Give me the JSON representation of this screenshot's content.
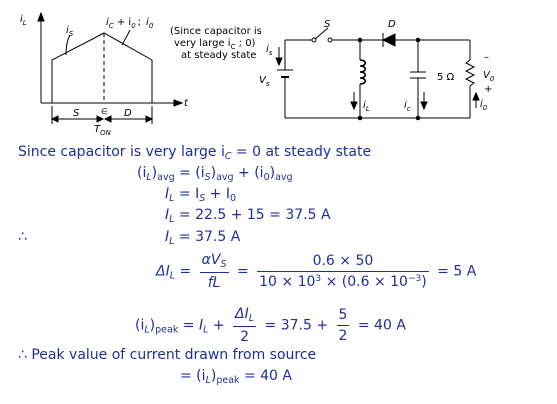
{
  "waveform": {
    "y_label": "i",
    "y_label_sub": "L",
    "curve1_label": "i",
    "curve1_label_sub": "S",
    "curve2_label_a": "i",
    "curve2_label_a_sub": "C",
    "curve2_label_plus": " + i",
    "curve2_label_plus_sub": "0",
    "curve2_label_semicolon": ";",
    "curve2_label_b": "i",
    "curve2_label_b_sub": "0",
    "note_line1": "(Since capacitor is",
    "note_line2": "very large i",
    "note_line2_sub": "C",
    "note_line2_end": " ;  0)",
    "note_line3": "at steady state",
    "t_label": "t",
    "s_label": "S",
    "d_label": "D",
    "ton_symbol": "∈",
    "ton_label": "T",
    "ton_label_sub": "ON"
  },
  "circuit": {
    "switch_label": "S",
    "diode_label": "D",
    "is_label": "i",
    "is_label_sub": "s",
    "vs_label": "V",
    "vs_label_sub": "s",
    "il_label": "i",
    "il_label_sub": "L",
    "ic_label": "i",
    "ic_label_sub": "c",
    "resistor_label": "5 Ω",
    "v0_label": "V",
    "v0_label_sub": "0",
    "v0_minus": "–",
    "v0_plus": "+",
    "i0_label": "i",
    "i0_label_sub": "0"
  },
  "text": {
    "intro": "Since capacitor is very large i",
    "intro_sub": "C",
    "intro_end": " = 0 at steady state",
    "eq1_lhs": "(i",
    "eq1_lhs_sub": "L",
    "eq1_lhs_close": ")",
    "eq1_lhs_sub2": "avg",
    "eq1_mid": " = (i",
    "eq1_mid_sub": "S",
    "eq1_mid_close": ")",
    "eq1_mid_sub2": "avg",
    "eq1_plus": " + (i",
    "eq1_plus_sub": "0",
    "eq1_plus_close": ")",
    "eq1_plus_sub2": "avg",
    "eq2_a": "I",
    "eq2_a_sub": "L",
    "eq2_b": " = I",
    "eq2_b_sub": "S",
    "eq2_c": " + I",
    "eq2_c_sub": "0",
    "eq3_a": "I",
    "eq3_a_sub": "L",
    "eq3_b": " = 22.5  +  15 = 37.5 A",
    "therefore": "∴",
    "eq4_a": "I",
    "eq4_a_sub": "L",
    "eq4_b": " = 37.5 A",
    "eq5_delta": "ΔI",
    "eq5_delta_sub": "L",
    "eq5_eq": " = ",
    "eq5_f1_num": "αV",
    "eq5_f1_num_sub": "S",
    "eq5_f1_den": "fL",
    "eq5_eq2": " = ",
    "eq5_f2_num": "0.6 × 50",
    "eq5_f2_den_a": "10 × 10",
    "eq5_f2_den_sup": "3",
    "eq5_f2_den_b": " × (0.6 × 10",
    "eq5_f2_den_sup2": "−3",
    "eq5_f2_den_c": ")",
    "eq5_result": " = 5 A",
    "eq6_lhs": "(i",
    "eq6_lhs_sub": "L",
    "eq6_lhs_close": ")",
    "eq6_lhs_sub2": "peak",
    "eq6_eq": " = ",
    "eq6_I": "I",
    "eq6_I_sub": "L",
    "eq6_plus": " + ",
    "eq6_f1_num": "ΔI",
    "eq6_f1_num_sub": "L",
    "eq6_f1_den": "2",
    "eq6_mid": " = 37.5 + ",
    "eq6_f2_num": "5",
    "eq6_f2_den": "2",
    "eq6_result": " =  40 A",
    "peak_line": "∴ Peak value of current drawn from source",
    "final_eq": "= (i",
    "final_eq_sub": "L",
    "final_eq_close": ")",
    "final_eq_sub2": "peak",
    "final_eq_result": " = 40 A"
  }
}
